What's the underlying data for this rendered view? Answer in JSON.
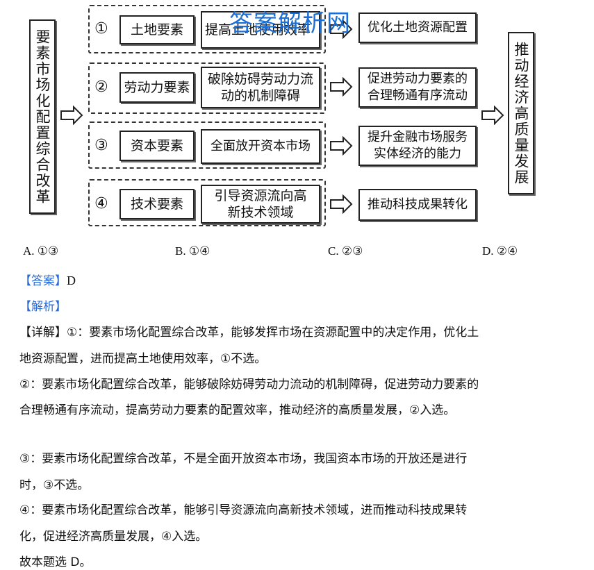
{
  "watermark": "答案解析网",
  "diagram": {
    "left_box": "要素市场化配置综合改革",
    "right_box": "推动经济高质量发展",
    "rows": [
      {
        "num": "①",
        "factor": "土地要素",
        "middle": "提高土地使用效率",
        "result": "优化土地资源配置"
      },
      {
        "num": "②",
        "factor": "劳动力要素",
        "middle": "破除妨碍劳动力流动的机制障碍",
        "result": "促进劳动力要素的合理畅通有序流动"
      },
      {
        "num": "③",
        "factor": "资本要素",
        "middle": "全面放开资本市场",
        "result": "提升金融市场服务实体经济的能力"
      },
      {
        "num": "④",
        "factor": "技术要素",
        "middle": "引导资源流向高新技术领域",
        "result": "推动科技成果转化"
      }
    ]
  },
  "options": [
    {
      "label": "A. ①③"
    },
    {
      "label": "B. ①④"
    },
    {
      "label": "C. ②③"
    },
    {
      "label": "D. ②④"
    }
  ],
  "answer": {
    "tag": "【答案】",
    "value": "D"
  },
  "analysis_tag": "【解析】",
  "lines": [
    "【详解】①：要素市场化配置综合改革，能够发挥市场在资源配置中的决定作用，优化土",
    "地资源配置，进而提高土地使用效率，①不选。",
    "②：要素市场化配置综合改革，能够破除妨碍劳动力流动的机制障碍，促进劳动力要素的",
    "合理畅通有序流动，提高劳动力要素的配置效率，推动经济的高质量发展，②入选。",
    "③：要素市场化配置综合改革，不是全面开放资本市场，我国资本市场的开放还是进行",
    "时，③不选。",
    "④：要素市场化配置综合改革，能够引导资源流向高新技术领域，进而推动科技成果转",
    "化，促进经济高质量发展，④入选。",
    "故本题选 D。"
  ]
}
